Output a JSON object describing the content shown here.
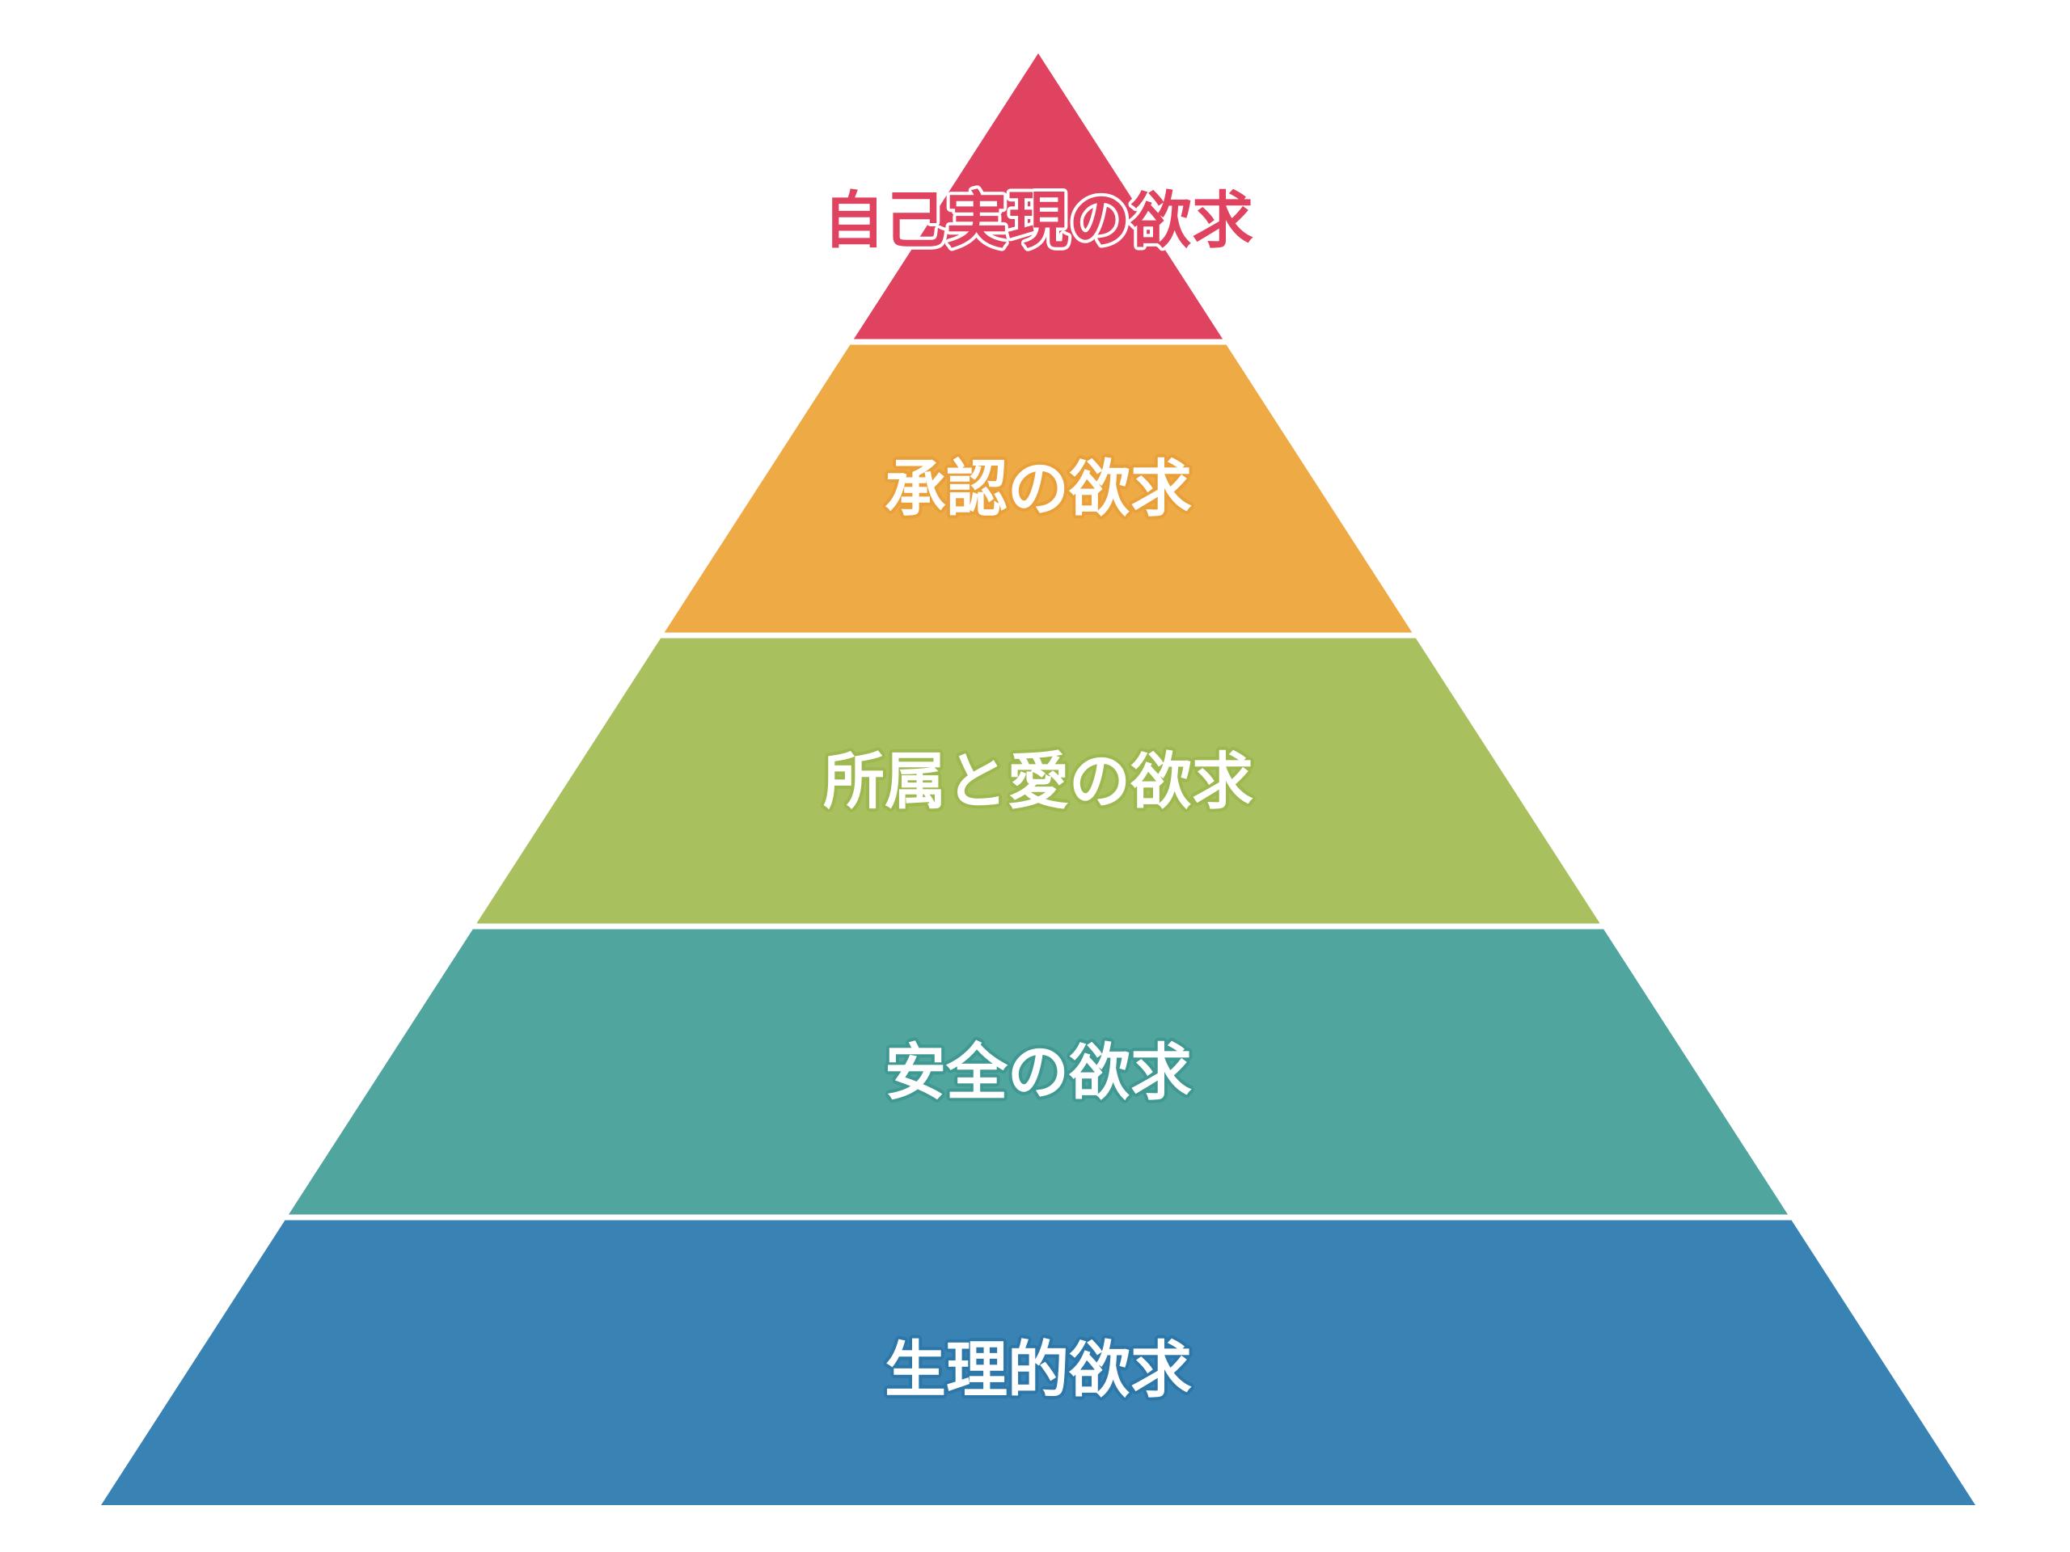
{
  "diagram": {
    "type": "pyramid",
    "tiers": [
      {
        "label": "自己実現の欲求",
        "fill": "#E0435F",
        "text_fill": "#E0435F",
        "text_outline": "#FFFFFF"
      },
      {
        "label": "承認の欲求",
        "fill": "#EEAA45",
        "text_fill": "#FFFFFF",
        "text_outline": "#E9A03A"
      },
      {
        "label": "所属と愛の欲求",
        "fill": "#A8C05D",
        "text_fill": "#FFFFFF",
        "text_outline": "#9DB84F"
      },
      {
        "label": "安全の欲求",
        "fill": "#50A59F",
        "text_fill": "#FFFFFF",
        "text_outline": "#3F9891"
      },
      {
        "label": "生理的欲求",
        "fill": "#3883B4",
        "text_fill": "#FFFFFF",
        "text_outline": "#2D76A8"
      }
    ],
    "separator_color": "#FFFFFF"
  }
}
